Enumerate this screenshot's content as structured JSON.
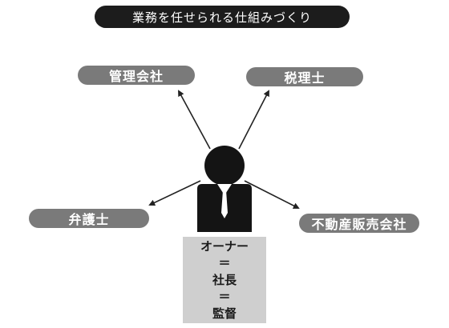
{
  "title": "業務を任せられる仕組みづくり",
  "nodes": {
    "kanri": "管理会社",
    "zeiri": "税理士",
    "bengo": "弁護士",
    "fudo": "不動産販売会社"
  },
  "owner": {
    "role": "オーナー",
    "eq1": "＝",
    "president": "社長",
    "eq2": "＝",
    "director": "監督"
  },
  "colors": {
    "title_bg": "#1c1c1c",
    "node_bg": "#7a7a7a",
    "owner_bg": "#cfcfcf",
    "figure": "#141414"
  },
  "icons": [
    "person-figure-icon",
    "arrow-icon"
  ]
}
